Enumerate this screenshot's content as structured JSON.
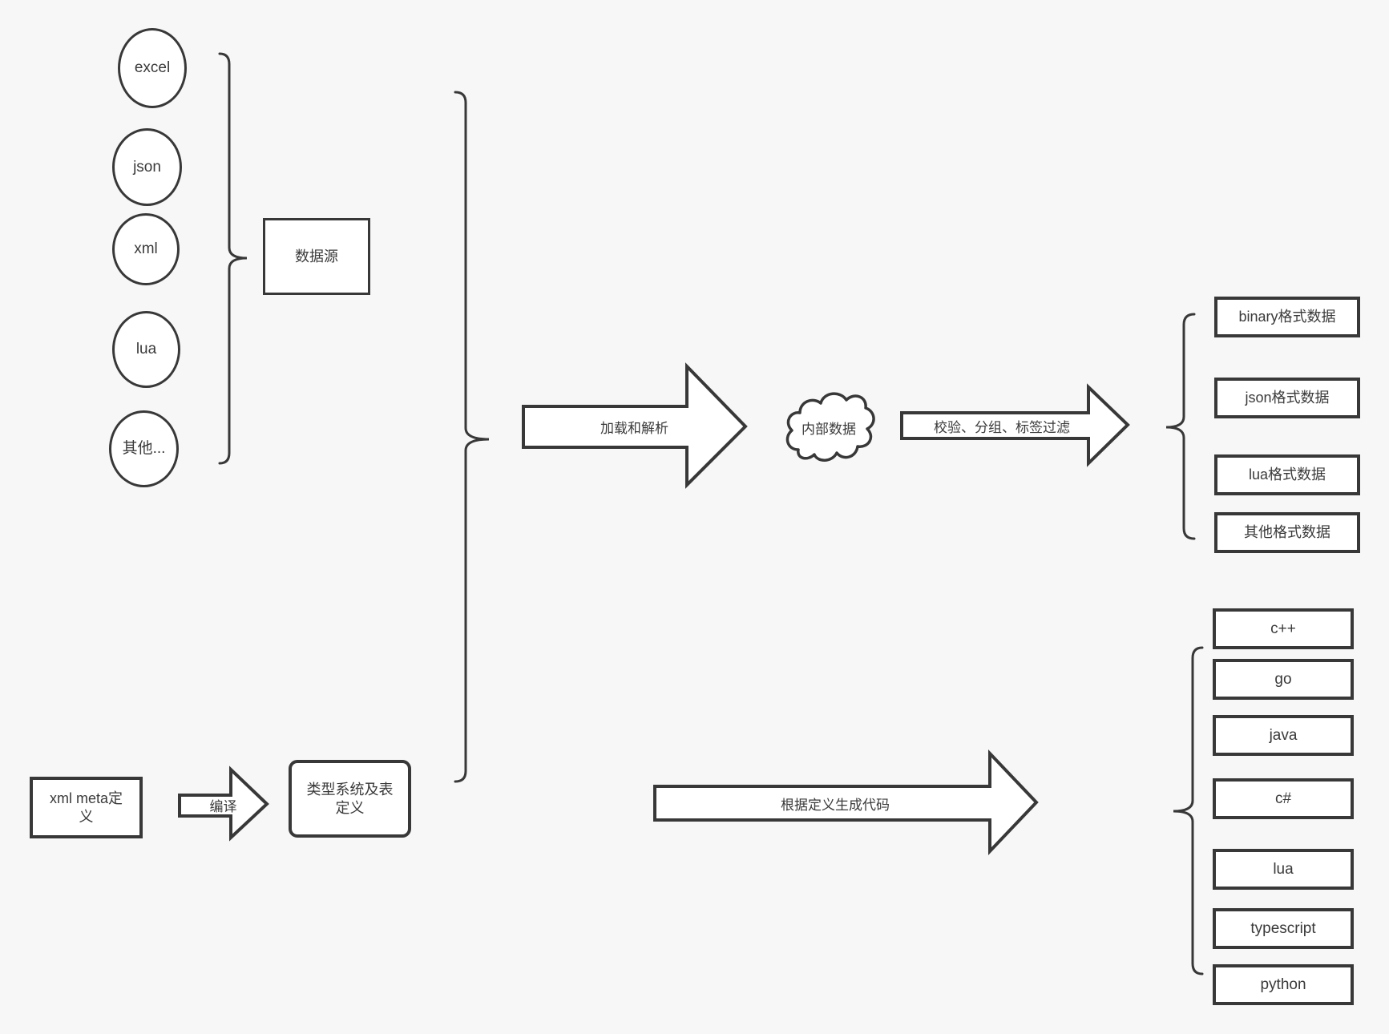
{
  "colors": {
    "background": "#f7f7f7",
    "stroke": "#383838",
    "shape_fill": "#ffffff",
    "text": "#3a3a3a"
  },
  "sources": {
    "group_label": "数据源",
    "items": [
      {
        "label": "excel"
      },
      {
        "label": "json"
      },
      {
        "label": "xml"
      },
      {
        "label": "lua"
      },
      {
        "label": "其他..."
      }
    ]
  },
  "pipeline": {
    "load_arrow_label": "加载和解析",
    "internal_data_label": "内部数据",
    "filter_arrow_label": "校验、分组、标签过滤",
    "output_formats": [
      {
        "label": "binary格式数据"
      },
      {
        "label": "json格式数据"
      },
      {
        "label": "lua格式数据"
      },
      {
        "label": "其他格式数据"
      }
    ]
  },
  "definition": {
    "xml_meta_label": "xml meta定义",
    "compile_arrow_label": "编译",
    "type_system_label": "类型系统及表定义",
    "codegen_arrow_label": "根据定义生成代码",
    "languages": [
      {
        "label": "c++"
      },
      {
        "label": "go"
      },
      {
        "label": "java"
      },
      {
        "label": "c#"
      },
      {
        "label": "lua"
      },
      {
        "label": "typescript"
      },
      {
        "label": "python"
      }
    ]
  }
}
